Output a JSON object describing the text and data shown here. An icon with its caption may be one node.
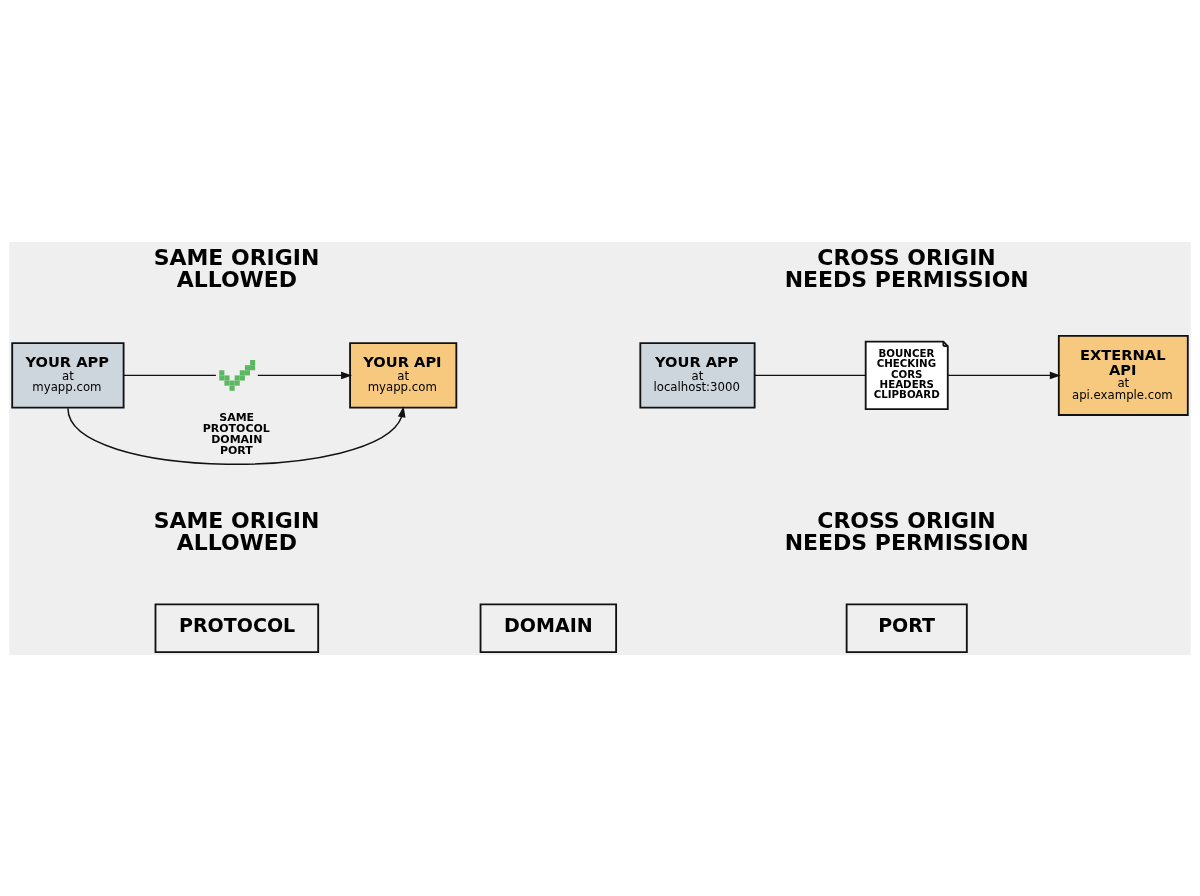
{
  "diagram": {
    "nodes": [
      {
        "text": [
          "YOUR APP",
          "at myapp.com"
        ]
      },
      {
        "text": [],
        "shape": "check"
      },
      {
        "text": [
          "YOUR API",
          "at myapp.com"
        ]
      },
      {
        "text": [
          "YOUR APP",
          "at localhost:3000"
        ]
      },
      {
        "text": [
          "BOUNCER CHECKING CORS HEADERS CLIPBOARD"
        ]
      },
      {
        "text": [
          "EXTERNAL API",
          "at api.example.com"
        ]
      },
      {
        "text": [
          "PROTOCOL"
        ]
      },
      {
        "text": [
          "DOMAIN"
        ]
      },
      {
        "text": [
          "PORT"
        ]
      }
    ],
    "edges": [
      {
        "from": 0,
        "to": 1,
        "arrow": "none"
      },
      {
        "from": 1,
        "to": 2,
        "arrow": "to"
      },
      {
        "from": 0,
        "to": 2,
        "arrow": "to",
        "label": "SAME PROTOCOL DOMAIN PORT"
      },
      {
        "from": 3,
        "to": 4,
        "arrow": "none"
      },
      {
        "from": 4,
        "to": 5,
        "arrow": "to"
      }
    ],
    "labels": [
      "SAME ORIGIN ALLOWED",
      "CROSS ORIGIN NEEDS PERMISSION",
      "SAME ORIGIN ALLOWED",
      "CROSS ORIGIN NEEDS PERMISSION"
    ]
  }
}
